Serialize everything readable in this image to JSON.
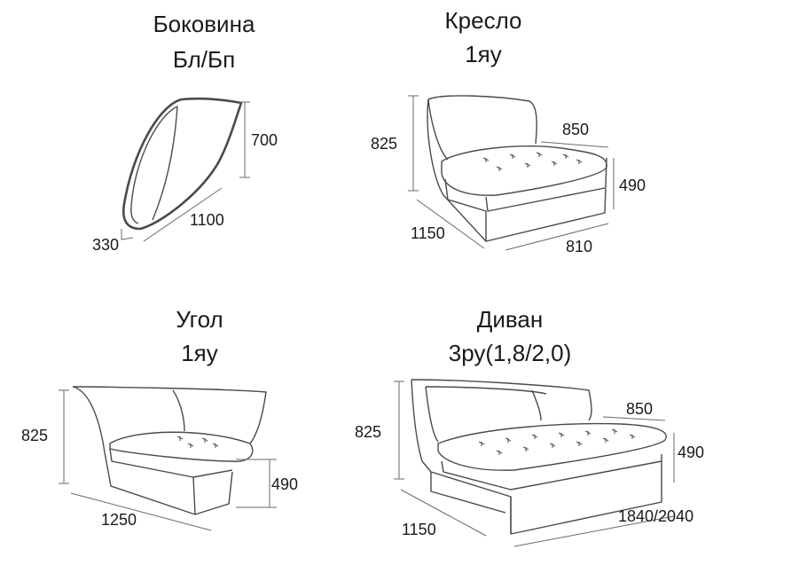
{
  "pieces": [
    {
      "title_line1": "Боковина",
      "title_line2": "Бл/Бп",
      "dims": [
        "700",
        "1100",
        "330"
      ]
    },
    {
      "title_line1": "Кресло",
      "title_line2": "1яу",
      "dims": [
        "825",
        "850",
        "490",
        "1150",
        "810"
      ]
    },
    {
      "title_line1": "Угол",
      "title_line2": "1яу",
      "dims": [
        "825",
        "490",
        "1250"
      ]
    },
    {
      "title_line1": "Диван",
      "title_line2": "3ру(1,8/2,0)",
      "dims": [
        "825",
        "850",
        "490",
        "1150",
        "1840/2040"
      ]
    }
  ],
  "colors": {
    "outline": "#4a4a4a",
    "dimension_line": "#6a6a6a",
    "text": "#1a1a1a"
  }
}
